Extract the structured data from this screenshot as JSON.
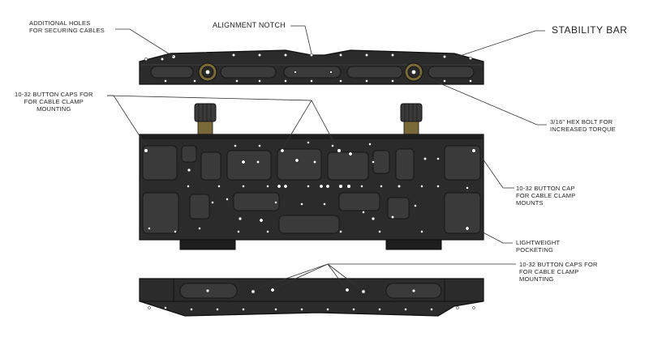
{
  "labels": {
    "additional_holes": "ADDITIONAL HOLES\nFOR SECURING CABLES",
    "alignment_notch": "ALIGNMENT NOTCH",
    "stability_bar": "STABILITY BAR",
    "button_caps_top": "10-32 BUTTON CAPS FOR\nFOR CABLE CLAMP\nMOUNTING",
    "hex_bolt": "3/16\" HEX BOLT FOR\nINCREASED TORQUE",
    "button_cap_right": "10-32 BUTTON CAP\nFOR CABLE CLAMP\nMOUNTS",
    "lightweight_pocketing": "LIGHTWEIGHT\nPOCKETING",
    "button_caps_bottom": "10-32 BUTTON CAPS FOR\nFOR CABLE CLAMP\nMOUNTING"
  },
  "colors": {
    "metal": "#2b2b2b",
    "metal_edge": "#0f0f0f",
    "pocket": "#3a3a3a",
    "hole": "#ffffff",
    "bolt_brass": "#7a6a3a",
    "leader": "#333333"
  }
}
